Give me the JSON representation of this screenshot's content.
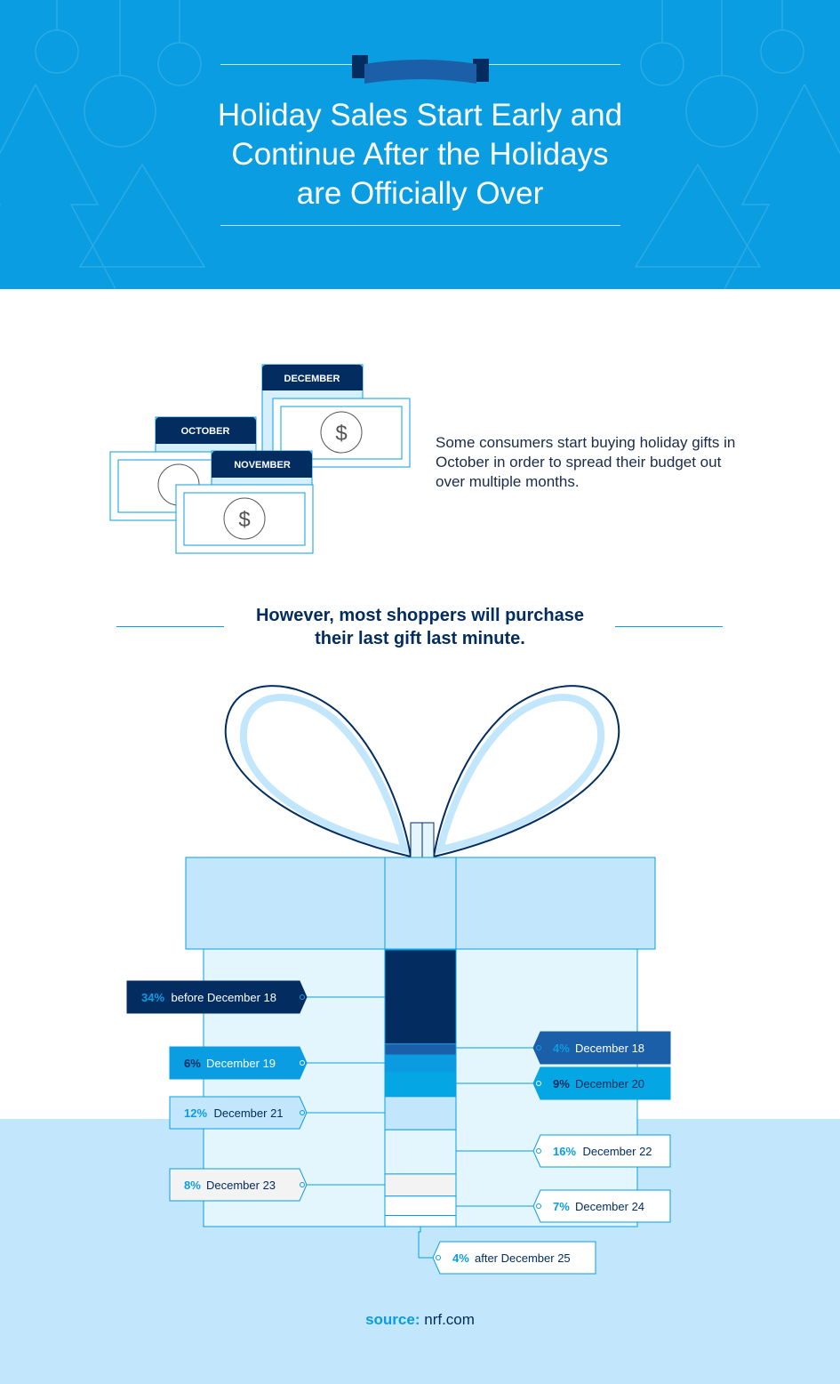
{
  "header": {
    "title": "Holiday Sales Start Early and\nContinue After the Holidays\nare Officially Over",
    "background_color": "#0a9de1"
  },
  "calendar_illustration": {
    "months": [
      "DECEMBER",
      "OCTOBER",
      "NOVEMBER"
    ],
    "icon": "money-calendar-icon"
  },
  "intro_text": "Some consumers start buying holiday gifts in October in order to spread their budget out over multiple months.",
  "subhead": "However, most shoppers will purchase\ntheir last gift last minute.",
  "chart_data": {
    "type": "bar",
    "orientation": "stacked-single-column",
    "categories": [
      "before December 18",
      "December 18",
      "December 19",
      "December 20",
      "December 21",
      "December 22",
      "December 23",
      "December 24",
      "after December 25"
    ],
    "values": [
      34,
      4,
      6,
      9,
      12,
      16,
      8,
      7,
      4
    ],
    "value_labels": [
      "34%",
      "4%",
      "6%",
      "9%",
      "12%",
      "16%",
      "8%",
      "7%",
      "4%"
    ],
    "unit": "%",
    "segment_colors": [
      "#032d60",
      "#1b5fa8",
      "#0b9be0",
      "#04a6e3",
      "#c2e6fb",
      "#e3f5fd",
      "#f3f3f3",
      "#ffffff",
      "#ffffff"
    ],
    "colors": {
      "navy": "#032d60",
      "blue": "#0a9de1",
      "light_blue": "#c2e6fb",
      "pale_blue": "#e3f5fd"
    }
  },
  "source": {
    "label": "source:",
    "value": "nrf.com"
  }
}
